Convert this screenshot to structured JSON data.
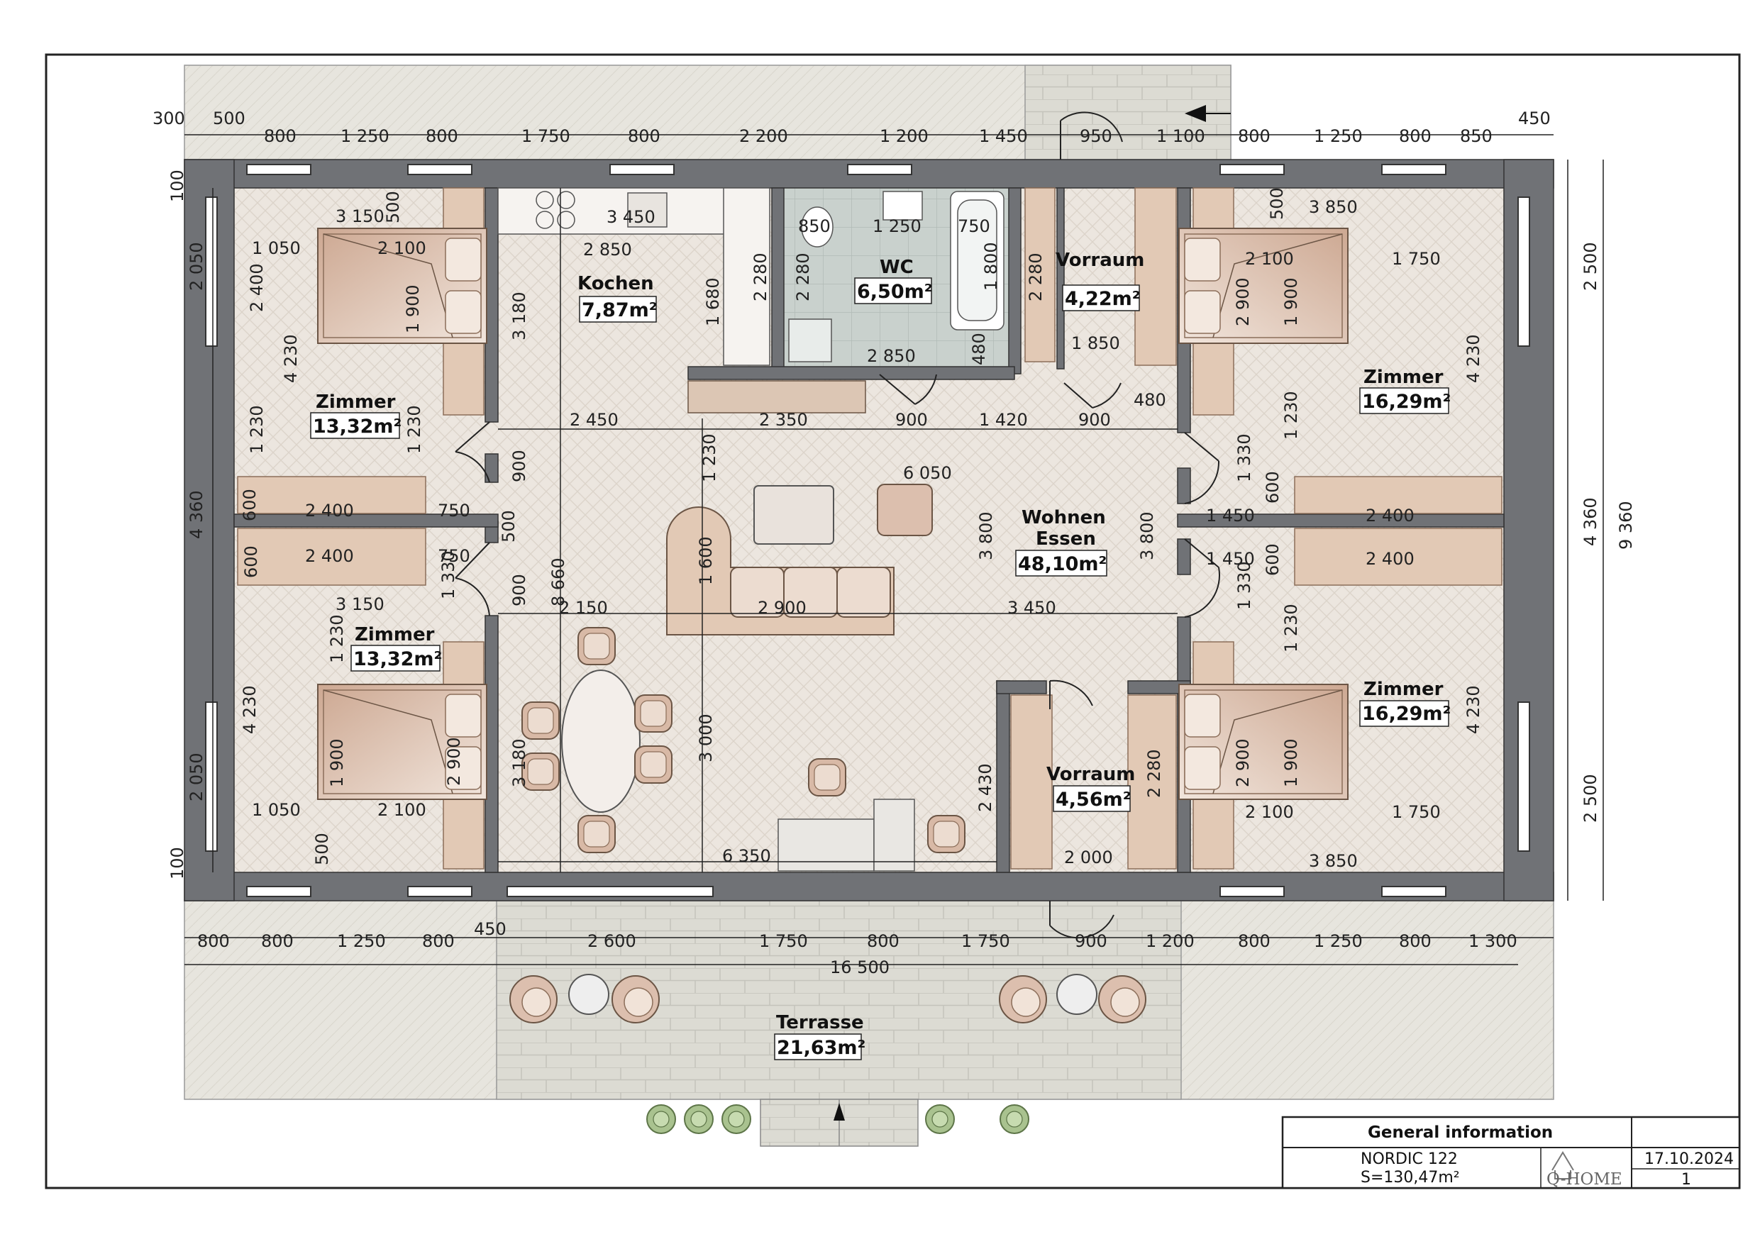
{
  "colors": {
    "wall": "#707276",
    "floor": "#ece6df",
    "terrace": "#dcdbd3",
    "wc": "#c9d1cd",
    "wood": "#e2c9b5",
    "line": "#222222",
    "paper": "#ffffff"
  },
  "rooms": [
    {
      "id": "kochen",
      "name": "Kochen",
      "area": "7,87m²"
    },
    {
      "id": "wc",
      "name": "WC",
      "area": "6,50m²"
    },
    {
      "id": "vorraum-top",
      "name": "Vorraum",
      "area": "4,22m²"
    },
    {
      "id": "zimmer-tr",
      "name": "Zimmer",
      "area": "16,29m²"
    },
    {
      "id": "zimmer-tl",
      "name": "Zimmer",
      "area": "13,32m²"
    },
    {
      "id": "wohnen",
      "name": "Wohnen",
      "name2": "Essen",
      "area": "48,10m²"
    },
    {
      "id": "zimmer-bl",
      "name": "Zimmer",
      "area": "13,32m²"
    },
    {
      "id": "zimmer-br",
      "name": "Zimmer",
      "area": "16,29m²"
    },
    {
      "id": "vorraum-bottom",
      "name": "Vorraum",
      "area": "4,56m²"
    },
    {
      "id": "terrasse",
      "name": "Terrasse",
      "area": "21,63m²"
    }
  ],
  "dimensions": {
    "top": [
      "300",
      "500",
      "800",
      "1 250",
      "800",
      "1 750",
      "800",
      "2 200",
      "1 200",
      "1 450",
      "950",
      "1 100",
      "800",
      "1 250",
      "800",
      "850",
      "450"
    ],
    "bottom": [
      "800",
      "800",
      "1 250",
      "800",
      "450",
      "2 600",
      "1 750",
      "800",
      "1 750",
      "900",
      "1 200",
      "800",
      "1 250",
      "800",
      "1 300"
    ],
    "total_bottom": "16 500",
    "left": [
      "100",
      "2 050",
      "4 360",
      "2 050",
      "100"
    ],
    "right": [
      "2 500",
      "4 360",
      "2 500"
    ],
    "total_right": "9 360",
    "interior": [
      "3 150",
      "500",
      "1 050",
      "2 100",
      "2 400",
      "1 900",
      "4 230",
      "1 230",
      "1 230",
      "3 450",
      "2 850",
      "3 180",
      "1 680",
      "2 280",
      "850",
      "1 250",
      "750",
      "2 280",
      "1 800",
      "2 280",
      "1 850",
      "2 850",
      "480",
      "3 850",
      "500",
      "2 100",
      "1 750",
      "2 900",
      "1 900",
      "4 230",
      "1 230",
      "2 450",
      "2 350",
      "900",
      "1 420",
      "900",
      "480",
      "6 050",
      "1 230",
      "900",
      "600",
      "2 400",
      "750",
      "500",
      "8 660",
      "1 330",
      "600",
      "1 450",
      "2 400",
      "3 800",
      "3 800",
      "1 330",
      "600",
      "1 450",
      "2 400",
      "600",
      "2 400",
      "750",
      "1 330",
      "3 150",
      "900",
      "2 150",
      "1 600",
      "2 900",
      "3 450",
      "1 230",
      "4 230",
      "1 900",
      "2 900",
      "1 050",
      "2 100",
      "500",
      "3 180",
      "3 000",
      "2 430",
      "2 280",
      "2 000",
      "6 350",
      "1 230",
      "4 230",
      "2 900",
      "1 900",
      "2 100",
      "1 750",
      "3 850"
    ]
  },
  "title_block": {
    "heading": "General information",
    "project": "NORDIC 122",
    "area": "S=130,47m²",
    "date": "17.10.2024",
    "sheet": "1",
    "logo": "Q-HOME"
  }
}
